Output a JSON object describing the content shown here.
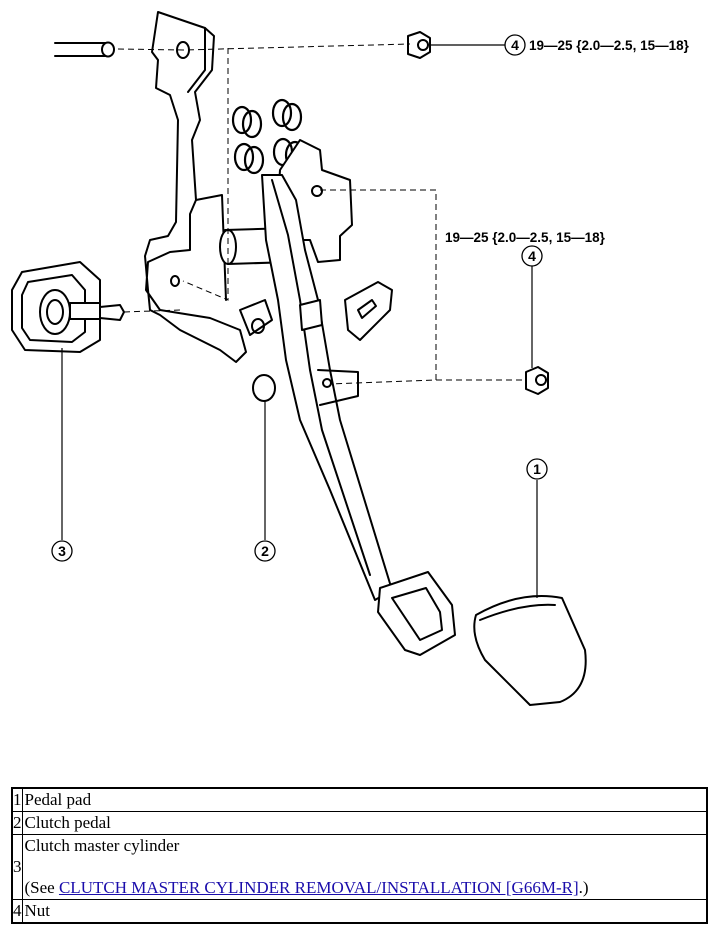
{
  "diagram": {
    "callouts": [
      {
        "id": "callout-1",
        "number": "1"
      },
      {
        "id": "callout-2",
        "number": "2"
      },
      {
        "id": "callout-3",
        "number": "3"
      },
      {
        "id": "callout-4-top",
        "number": "4"
      },
      {
        "id": "callout-4-mid",
        "number": "4"
      }
    ],
    "torque_top": "19—25 {2.0—2.5, 15—18}",
    "torque_mid": "19—25 {2.0—2.5, 15—18}"
  },
  "parts_table": {
    "rows": [
      {
        "num": "1",
        "name": "Pedal pad"
      },
      {
        "num": "2",
        "name": "Clutch pedal"
      },
      {
        "num": "3",
        "name": "Clutch master cylinder",
        "note_prefix": "(See ",
        "link_text": "CLUTCH MASTER CYLINDER REMOVAL/INSTALLATION [G66M-R]",
        "note_suffix": ".)"
      },
      {
        "num": "4",
        "name": "Nut"
      }
    ]
  }
}
